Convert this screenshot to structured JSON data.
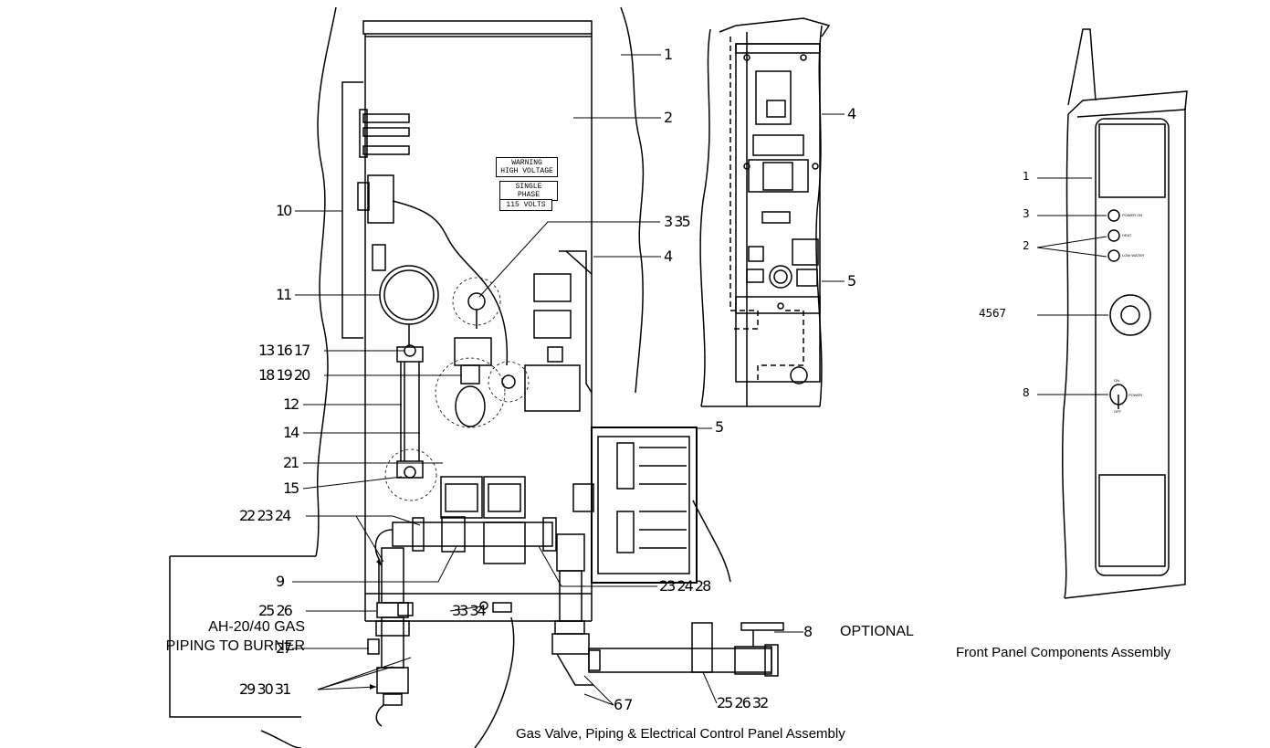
{
  "captions": {
    "main": "Gas Valve, Piping & Electrical Control Panel Assembly",
    "front_panel": "Front Panel Components Assembly"
  },
  "side_label": {
    "line1": "AH-20/40 GAS",
    "line2": "PIPING TO BURNER"
  },
  "optional_label": "OPTIONAL",
  "warning_plate": {
    "line1": "WARNING",
    "line2": "HIGH VOLTAGE"
  },
  "phase_plate": "SINGLE PHASE",
  "volts_plate": "115 VOLTS",
  "callouts": {
    "c1": "1",
    "c2": "2",
    "c3_35": "3 35",
    "c4a": "4",
    "c4b": "4",
    "c5a": "5",
    "c5b": "5",
    "c6_7": "6 7",
    "c8": "8",
    "c9": "9",
    "c10": "10",
    "c11": "11",
    "c12": "12",
    "c13_16_17": "13 16 17",
    "c14": "14",
    "c15": "15",
    "c18_19_20": "18 19 20",
    "c21": "21",
    "c22_23_24": "22 23 24",
    "c23_24_28": "23 24 28",
    "c25_26": "25 26",
    "c25_26_32": "25 26 32",
    "c27": "27",
    "c29_30_31": "29 30 31",
    "c33_34": "33 34"
  },
  "front_callouts": {
    "f1": "1",
    "f3": "3",
    "f2": "2",
    "f4567": "4 5 6 7",
    "f8": "8"
  },
  "front_labels": {
    "power_on": "POWER ON",
    "heat": "HEAT",
    "low_water": "LOW WATER",
    "power": "POWER",
    "on": "ON",
    "off": "OFF"
  }
}
